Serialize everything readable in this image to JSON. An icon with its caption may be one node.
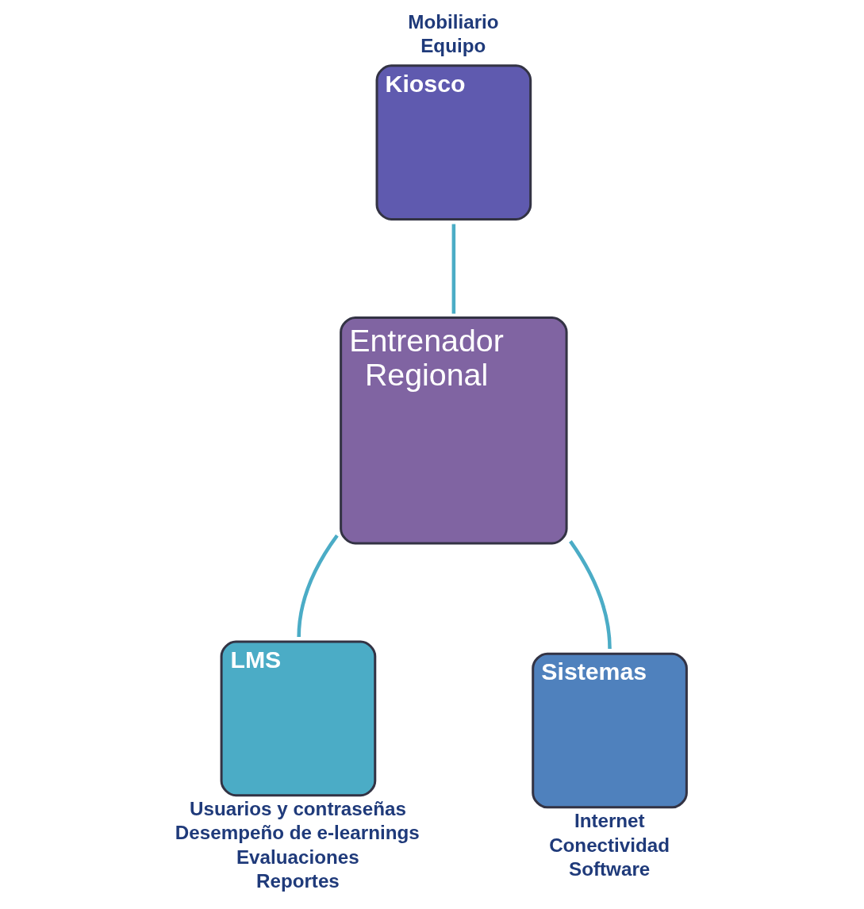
{
  "diagram": {
    "nodes": [
      {
        "text": [
          "Entrenador Regional"
        ]
      },
      {
        "text": [
          "Kiosco"
        ],
        "beside": [
          "Mobiliario",
          "Equipo"
        ]
      },
      {
        "text": [
          "LMS"
        ],
        "beside": [
          "Usuarios y contraseñas",
          "Desempeño de e-learnings",
          "Evaluaciones",
          "Reportes"
        ]
      },
      {
        "text": [
          "Sistemas"
        ],
        "beside": [
          "Internet",
          "Conectividad",
          "Software"
        ]
      }
    ],
    "edges": [
      {
        "from": 0,
        "to": 1,
        "arrow": "none",
        "color": "#4bacc6"
      },
      {
        "from": 0,
        "to": 2,
        "arrow": "none",
        "color": "#4bacc6"
      },
      {
        "from": 0,
        "to": 3,
        "arrow": "none",
        "color": "#4bacc6"
      }
    ]
  }
}
